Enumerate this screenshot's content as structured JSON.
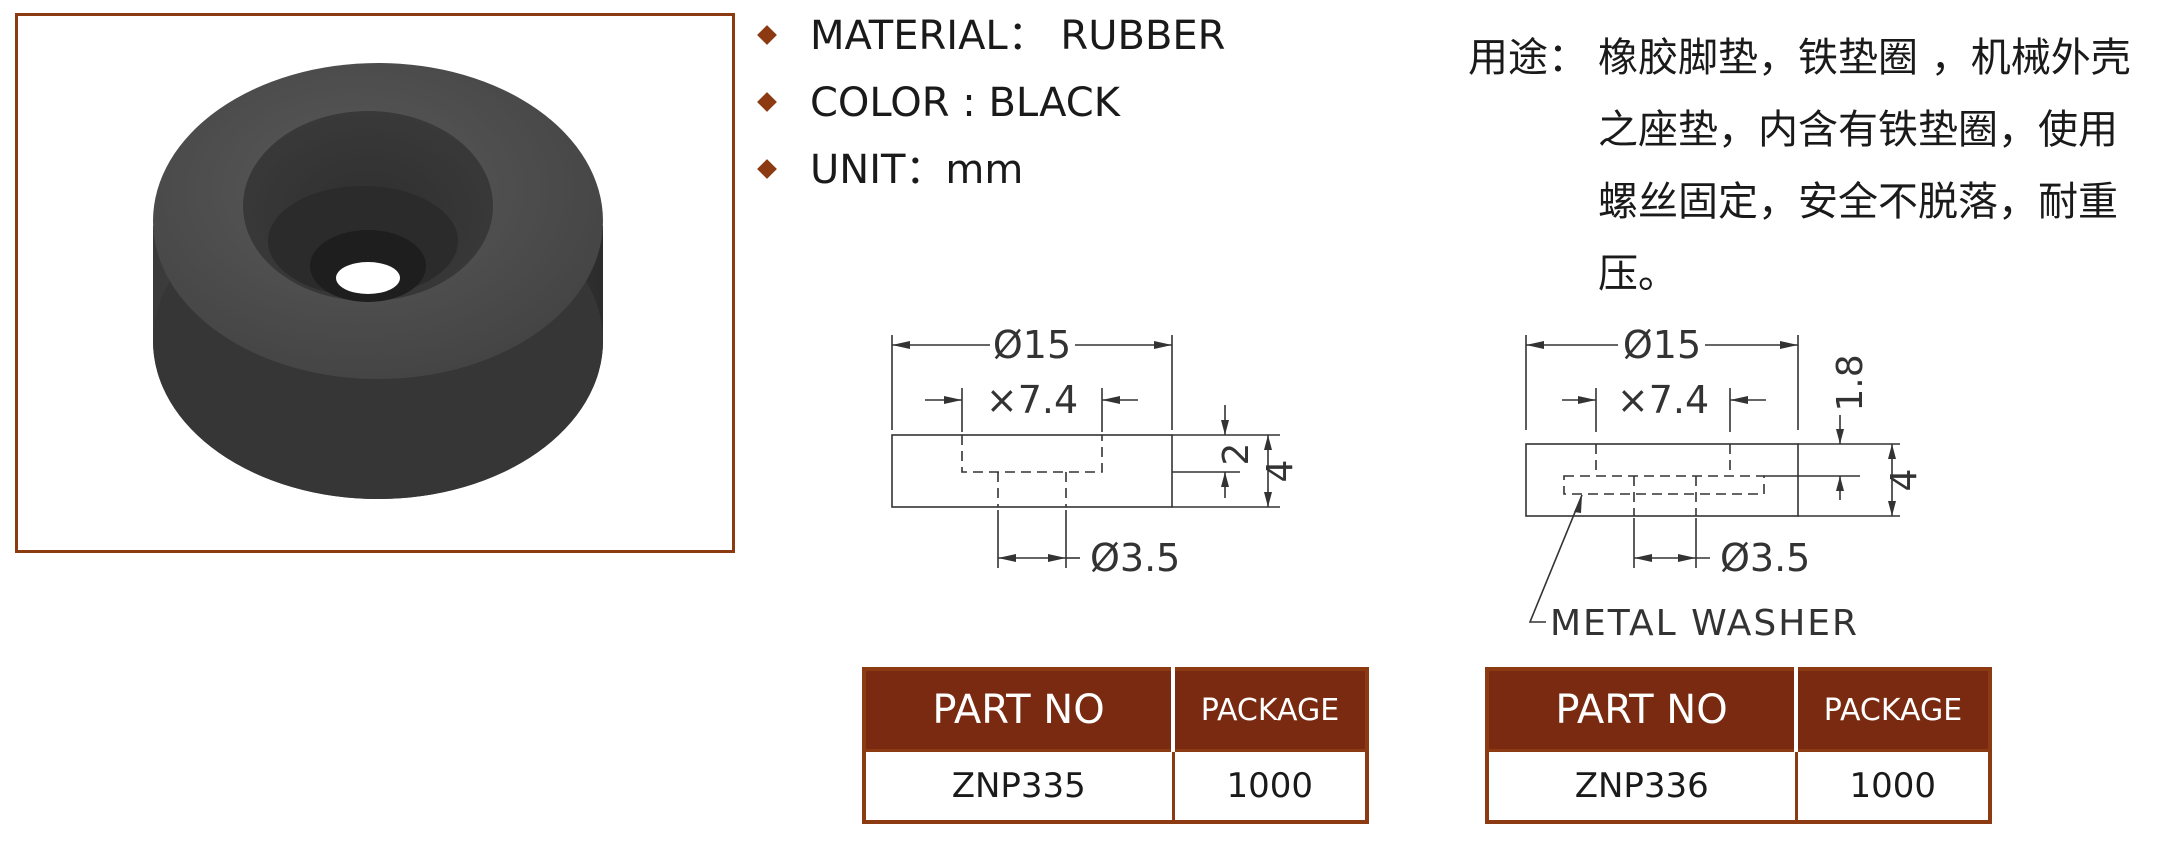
{
  "specs": [
    {
      "text": "MATERIAL： RUBBER"
    },
    {
      "text": "COLOR : BLACK"
    },
    {
      "text": "UNIT：mm"
    }
  ],
  "usage": {
    "label": "用途：",
    "lines": [
      "橡胶脚垫，铁垫圈 ，机械外壳",
      "之座垫，内含有铁垫圈，使用",
      "螺丝固定，安全不脱落，耐重",
      "压。"
    ]
  },
  "drawings": [
    {
      "outer_dia": "Ø15",
      "inner_dia": "×7.4",
      "hole_dia": "Ø3.5",
      "recess_depth": "2",
      "height": "4"
    },
    {
      "outer_dia": "Ø15",
      "inner_dia": "×7.4",
      "hole_dia": "Ø3.5",
      "washer_thickness": "1.8",
      "height": "4",
      "callout": "METAL  WASHER"
    }
  ],
  "tables": [
    {
      "header_part": "PART NO",
      "header_package": "PACKAGE",
      "part_no": "ZNP335",
      "package": "1000"
    },
    {
      "header_part": "PART NO",
      "header_package": "PACKAGE",
      "part_no": "ZNP336",
      "package": "1000"
    }
  ],
  "colors": {
    "accent": "#8b3a12",
    "header_fill": "#7a2a10"
  }
}
